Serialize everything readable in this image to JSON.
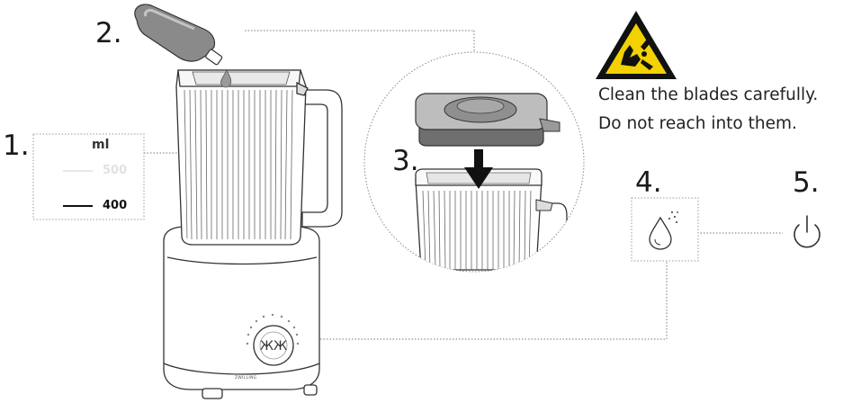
{
  "steps": {
    "s1": "1.",
    "s2": "2.",
    "s3": "3.",
    "s4": "4.",
    "s5": "5."
  },
  "warning": {
    "icon": "hand-blade-warning-icon",
    "line1": "Clean the blades carefully.",
    "line2": "Do not reach into them."
  },
  "scale": {
    "unit": "ml",
    "upper": "500",
    "lower": "400"
  },
  "brand_text": "ZWILLING",
  "icons": {
    "dispenser": "water-drop-sparkle-icon",
    "power": "power-icon",
    "lid": "lid-icon",
    "arrow": "arrow-down-icon",
    "bottle": "detergent-bottle-icon"
  },
  "colors": {
    "stroke": "#333333",
    "lid_dark": "#7a7a7a",
    "lid_light": "#bdbdbd",
    "bottle_fill": "#8a8a8a",
    "warning_yellow": "#f2d200"
  }
}
